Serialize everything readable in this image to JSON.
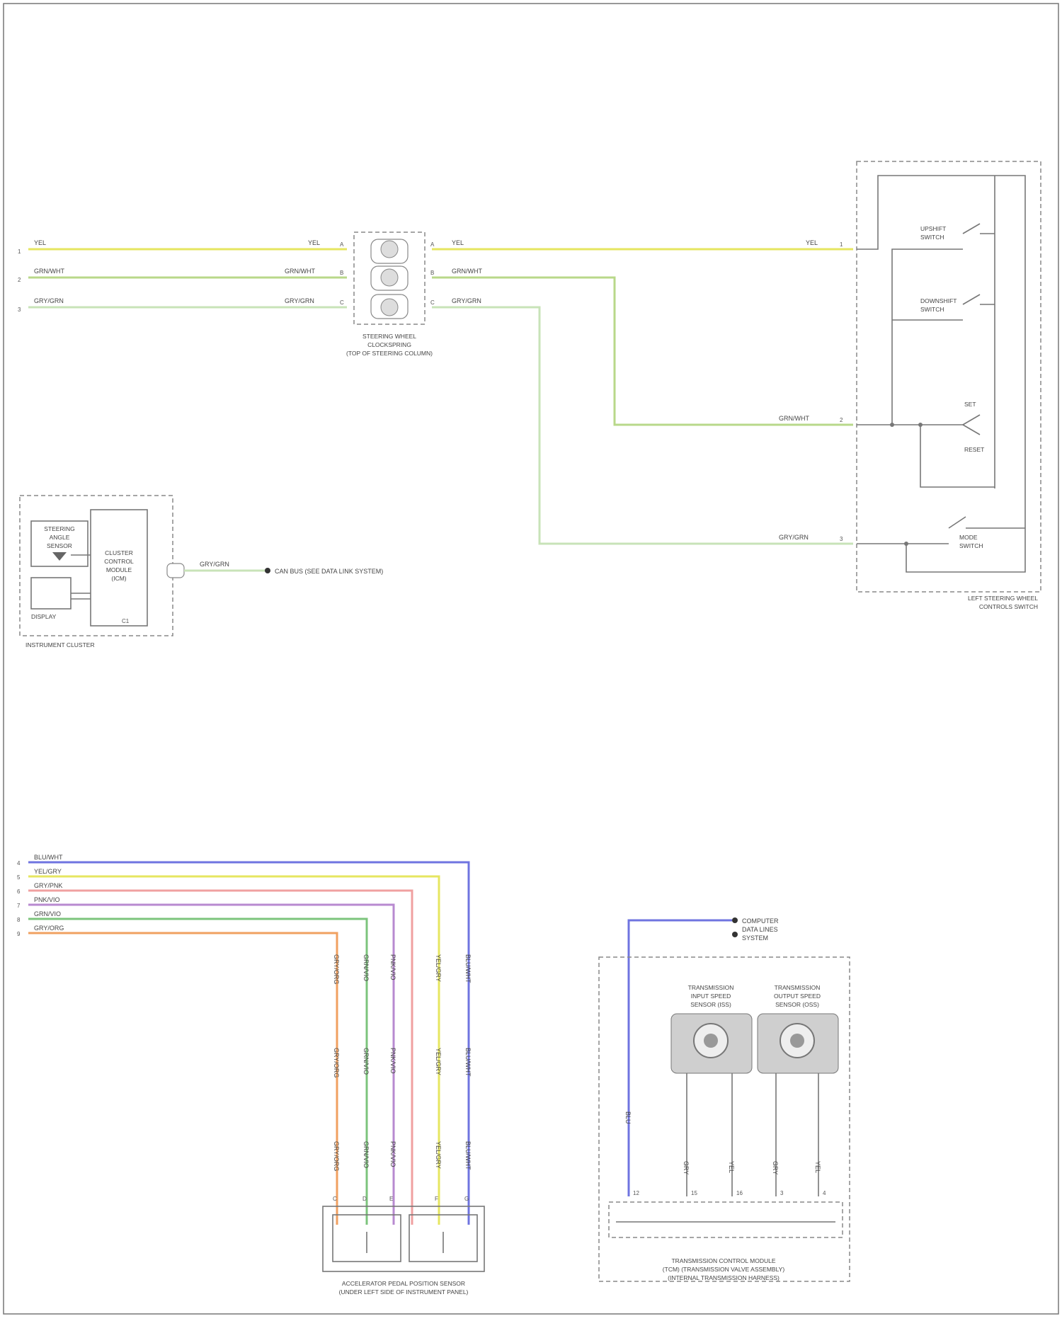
{
  "diagram": {
    "page_code": "",
    "colors": {
      "yel": "#e6e660",
      "grn_wht": "#b8d88a",
      "grn_wht_alt": "#c8e3b8",
      "blu": "#6f74e0",
      "pnk": "#f0a0a0",
      "vio": "#b88ad0",
      "grn": "#7cc47c",
      "org": "#f0a060",
      "frame": "#777777"
    },
    "top_section": {
      "inputs": [
        {
          "pin": "1",
          "wire": "YEL",
          "wire_right": "YEL"
        },
        {
          "pin": "2",
          "wire": "GRN/WHT",
          "wire_right": "GRN/WHT"
        },
        {
          "pin": "3",
          "wire": "GRY/GRN",
          "wire_right": "GRY/GRN"
        }
      ],
      "reel_pins": [
        {
          "left": "A",
          "right": "A"
        },
        {
          "left": "B",
          "right": "B"
        },
        {
          "left": "C",
          "right": "C"
        }
      ],
      "reel_caption": [
        "STEERING WHEEL",
        "CLOCKSPRING",
        "(TOP OF STEERING COLUMN)"
      ],
      "switch_block": {
        "caption": [
          "LEFT STEERING WHEEL",
          "CONTROLS SWITCH"
        ],
        "pins": {
          "top": "1",
          "mid": "2",
          "bot": "3"
        },
        "labels": {
          "upshift": [
            "UPSHIFT",
            "SWITCH"
          ],
          "downshift": [
            "DOWNSHIFT",
            "SWITCH"
          ],
          "up": "SET",
          "down": "RESET",
          "mode": [
            "MODE",
            "SWITCH"
          ]
        },
        "wires": {
          "mid": "GRN/WHT",
          "bot": "GRY/GRN"
        }
      }
    },
    "cluster": {
      "caption": "INSTRUMENT CLUSTER",
      "inner_labels": {
        "indicator": [
          "STEERING",
          "ANGLE",
          "SENSOR"
        ],
        "display": "DISPLAY",
        "module": [
          "CLUSTER",
          "CONTROL",
          "MODULE",
          "(ICM)"
        ],
        "connector": "C1"
      },
      "wire": "GRY/GRN",
      "link": "CAN BUS (SEE DATA LINK SYSTEM)"
    },
    "bottom_left": {
      "inputs": [
        {
          "pin": "4",
          "wire": "BLU/WHT"
        },
        {
          "pin": "5",
          "wire": "YEL/GRY"
        },
        {
          "pin": "6",
          "wire": "GRY/PNK"
        },
        {
          "pin": "7",
          "wire": "PNK/VIO"
        },
        {
          "pin": "8",
          "wire": "GRN/VIO"
        },
        {
          "pin": "9",
          "wire": "GRY/ORG"
        }
      ],
      "column_labels": [
        "GRY/ORG",
        "GRN/VIO",
        "PNK/VIO",
        "YEL/GRY",
        "BLU/WHT"
      ],
      "column_pins": [
        "C",
        "D",
        "E",
        "F",
        "G"
      ],
      "caption": [
        "ACCELERATOR PEDAL POSITION SENSOR",
        "(UNDER LEFT SIDE OF INSTRUMENT PANEL)"
      ]
    },
    "bottom_right": {
      "ground_labels": [
        "COMPUTER",
        "DATA LINES",
        "SYSTEM"
      ],
      "sensor_a": [
        "TRANSMISSION",
        "INPUT SPEED",
        "SENSOR (ISS)"
      ],
      "sensor_b": [
        "TRANSMISSION",
        "OUTPUT SPEED",
        "SENSOR (OSS)"
      ],
      "pin_labels": [
        "BLU",
        "GRY",
        "YEL",
        "GRY",
        "YEL"
      ],
      "pin_numbers": [
        "12",
        "15",
        "16",
        "3",
        "4"
      ],
      "caption": [
        "TRANSMISSION CONTROL MODULE",
        "(TCM) (TRANSMISSION VALVE ASSEMBLY)",
        "(INTERNAL TRANSMISSION HARNESS)"
      ]
    }
  }
}
